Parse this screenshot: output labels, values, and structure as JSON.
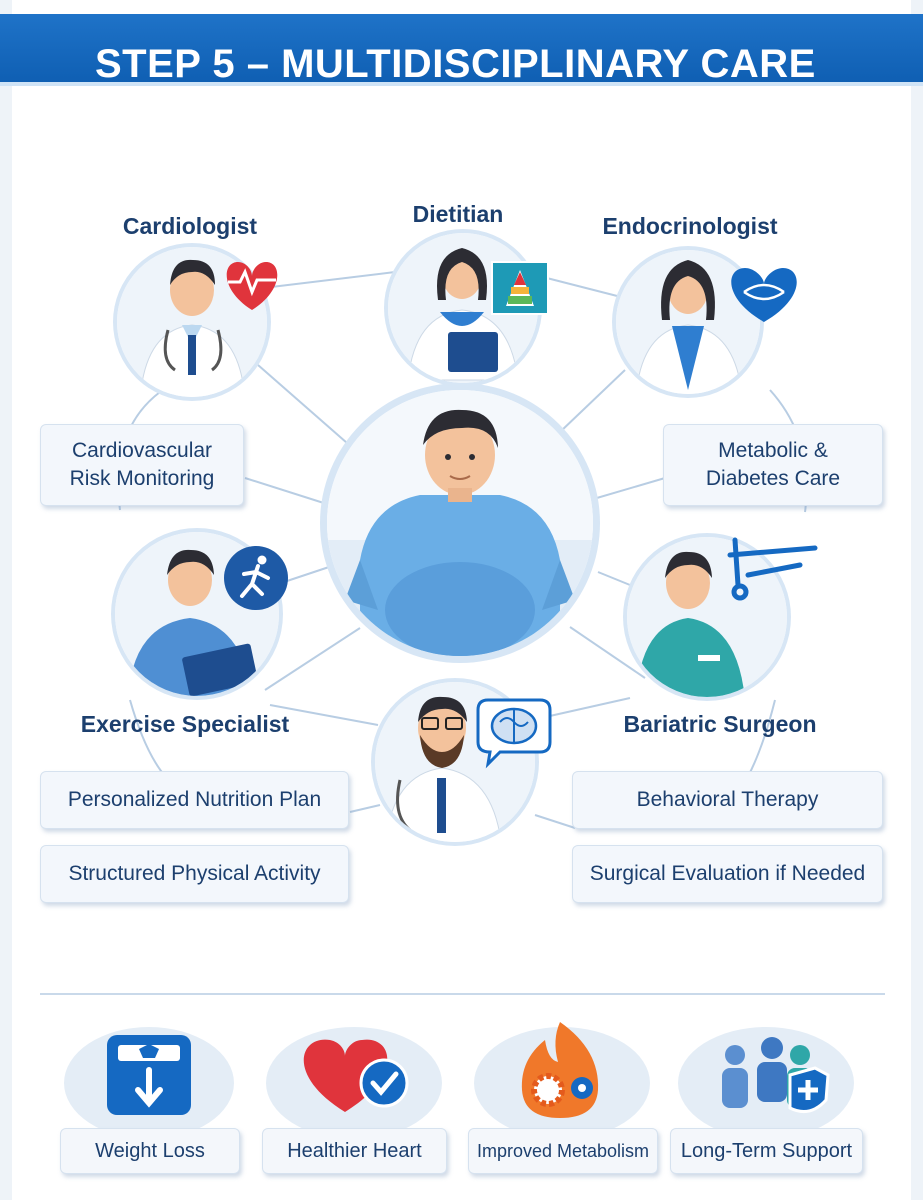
{
  "header": {
    "title": "STEP 5 – MULTIDISCIPLINARY CARE"
  },
  "specialists": {
    "cardiologist": "Cardiologist",
    "dietitian": "Dietitian",
    "endocrinologist": "Endocrinologist",
    "exercise": "Exercise Specialist",
    "surgeon": "Bariatric Surgeon"
  },
  "services": {
    "cardio_line1": "Cardiovascular",
    "cardio_line2": "Risk Monitoring",
    "metabolic_line1": "Metabolic &",
    "metabolic_line2": "Diabetes Care",
    "nutrition": "Personalized Nutrition Plan",
    "activity": "Structured Physical Activity",
    "behavioral": "Behavioral Therapy",
    "surgical": "Surgical Evaluation if Needed"
  },
  "outcomes": [
    {
      "label": "Weight Loss",
      "icon": "scale-icon"
    },
    {
      "label": "Healthier Heart",
      "icon": "heart-check-icon"
    },
    {
      "label": "Improved Metabolism",
      "icon": "flame-gear-icon"
    },
    {
      "label": "Long-Term Support",
      "icon": "team-shield-icon"
    }
  ],
  "colors": {
    "primary": "#1569c2",
    "text": "#1c3f6e",
    "light": "#dde9f5",
    "heart": "#e0343c"
  }
}
